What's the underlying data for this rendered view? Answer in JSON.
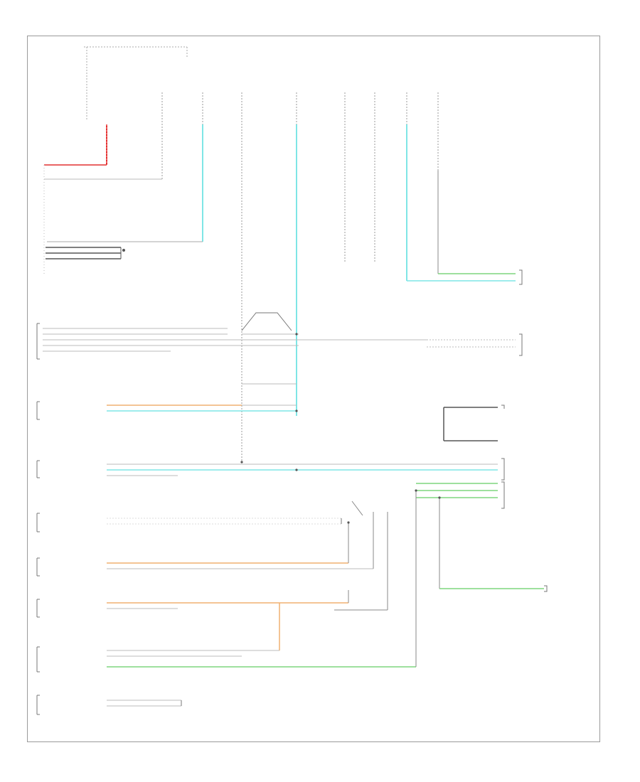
{
  "diagram": {
    "colors": {
      "red": "#e23030",
      "cyan": "#7fe6e6",
      "green": "#7fd67f",
      "orange": "#f0b070",
      "gray": "#b0b0b0",
      "dark": "#555555"
    },
    "footer_text": "",
    "components": [
      {
        "id": "left-connector-1",
        "name": ""
      },
      {
        "id": "left-connector-2",
        "name": ""
      },
      {
        "id": "left-connector-3",
        "name": ""
      },
      {
        "id": "left-connector-4",
        "name": ""
      },
      {
        "id": "left-connector-5",
        "name": ""
      },
      {
        "id": "left-connector-6",
        "name": ""
      },
      {
        "id": "left-connector-7",
        "name": ""
      },
      {
        "id": "left-connector-8",
        "name": ""
      },
      {
        "id": "right-connector-1",
        "name": ""
      },
      {
        "id": "right-connector-2",
        "name": ""
      },
      {
        "id": "right-connector-3",
        "name": ""
      },
      {
        "id": "right-connector-4",
        "name": ""
      }
    ]
  }
}
